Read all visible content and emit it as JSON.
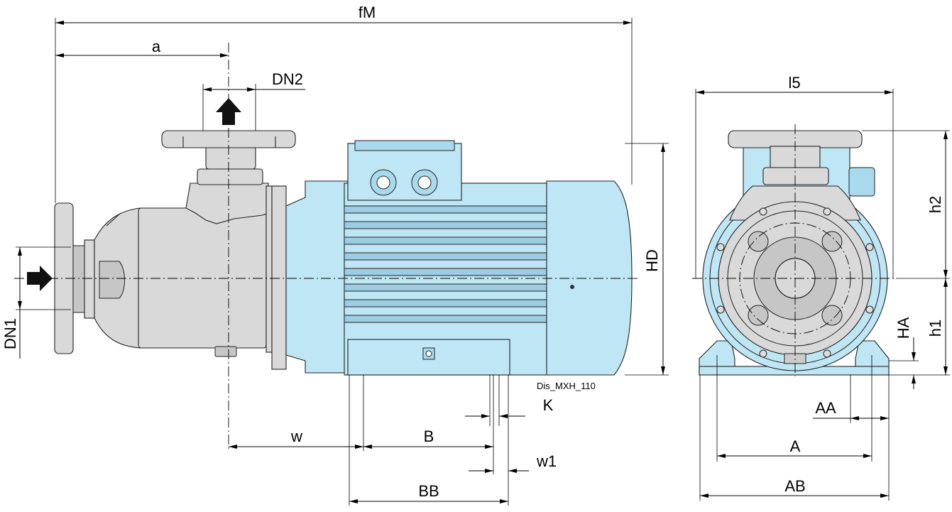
{
  "drawing": {
    "code": "Dis_MXH_110",
    "labels": {
      "fM": "fM",
      "a": "a",
      "DN2": "DN2",
      "DN1": "DN1",
      "HD": "HD",
      "w": "w",
      "B": "B",
      "BB": "BB",
      "K": "K",
      "w1": "w1",
      "l5": "l5",
      "h2": "h2",
      "h1": "h1",
      "HA": "HA",
      "AA": "AA",
      "A": "A",
      "AB": "AB"
    }
  },
  "colors": {
    "motor": "#bfe6f5",
    "pump": "#d9d9d9",
    "line": "#000000"
  }
}
